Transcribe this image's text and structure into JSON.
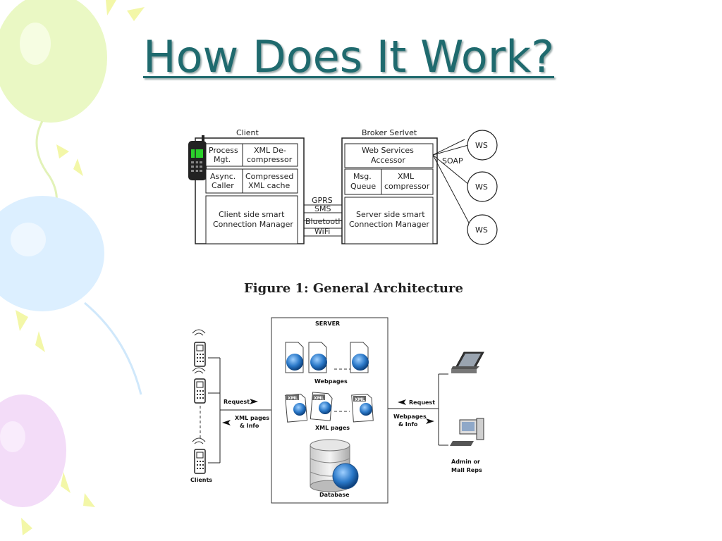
{
  "slide": {
    "title": "How Does It Work?"
  },
  "figure1": {
    "caption": "Figure 1:  General Architecture",
    "client_label": "Client",
    "broker_label": "Broker Serlvet",
    "process_mgt": [
      "Process",
      "Mgt."
    ],
    "xml_decompressor": [
      "XML De-",
      "compressor"
    ],
    "async_caller": [
      "Async.",
      "Caller"
    ],
    "compressed_cache": [
      "Compressed",
      "XML cache"
    ],
    "client_conn_mgr": [
      "Client side smart",
      "Connection Manager"
    ],
    "web_services_accessor": [
      "Web Services",
      "Accessor"
    ],
    "msg_queue": [
      "Msg.",
      "Queue"
    ],
    "xml_compressor": [
      "XML",
      "compressor"
    ],
    "server_conn_mgr": [
      "Server side smart",
      "Connection Manager"
    ],
    "channels": [
      "GPRS",
      "SMS",
      "Bluetooth",
      "WiFi"
    ],
    "soap_label": "SOAP",
    "ws_nodes": [
      "WS",
      "WS",
      "WS"
    ]
  },
  "figure2": {
    "server_label": "SERVER",
    "webpages_label": "Webpages",
    "xml_pages_label": "XML pages",
    "xml_doc_label": "XML",
    "database_label": "Database",
    "clients_label": "Clients",
    "left_request_label": "Request",
    "left_response_label": [
      "XML pages",
      "& Info"
    ],
    "right_request_label": "Request",
    "right_response_label": [
      "Webpages",
      "& Info"
    ],
    "admin_label": [
      "Admin or",
      "Mall Reps"
    ]
  },
  "colors": {
    "title": "#1f6a6e",
    "balloon_green": "#e8f7c0",
    "balloon_blue": "#dcefff",
    "balloon_purple": "#f2d9f7",
    "globe_blue": "#2a78c8",
    "phone_screen": "#2bd12b"
  }
}
